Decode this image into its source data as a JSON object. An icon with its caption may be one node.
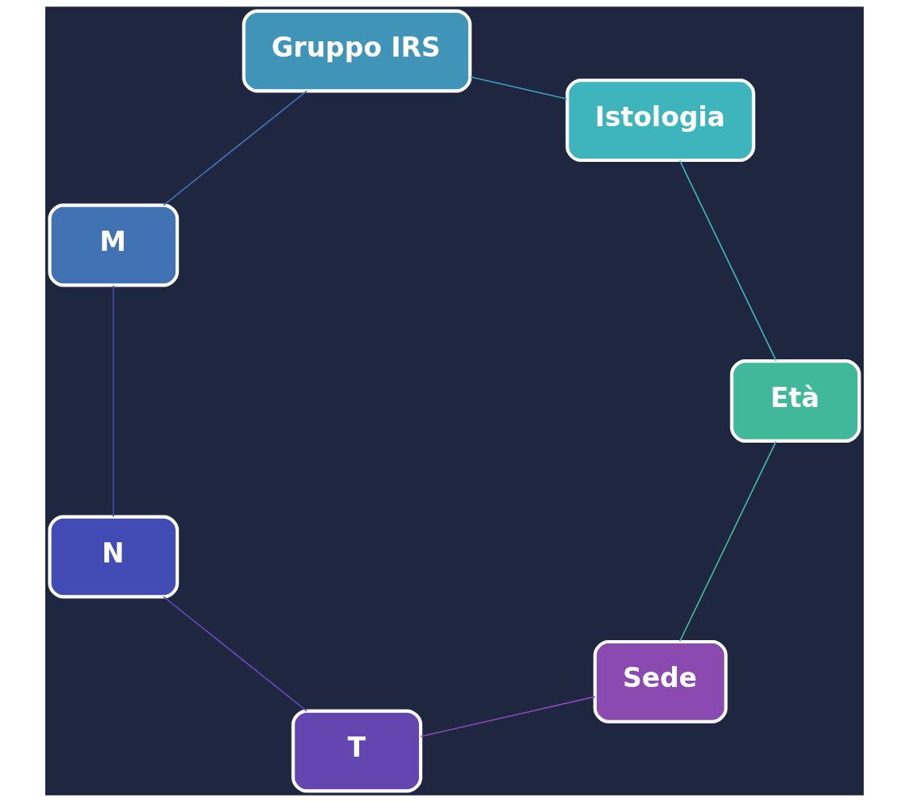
{
  "diagram": {
    "nodes": [
      {
        "text": [
          "Sede"
        ]
      },
      {
        "text": [
          "T"
        ]
      },
      {
        "text": [
          "N"
        ]
      },
      {
        "text": [
          "M"
        ]
      },
      {
        "text": [
          "Gruppo IRS"
        ]
      },
      {
        "text": [
          "Istologia"
        ]
      },
      {
        "text": [
          "Età"
        ]
      }
    ],
    "edges": [
      {
        "from": 0,
        "to": 1,
        "arrow": "none",
        "color": "#8a4ab8"
      },
      {
        "from": 1,
        "to": 2,
        "arrow": "none",
        "color": "#6448b4"
      },
      {
        "from": 2,
        "to": 3,
        "arrow": "none",
        "color": "#444cb4"
      },
      {
        "from": 3,
        "to": 4,
        "arrow": "none",
        "color": "#4070b4"
      },
      {
        "from": 4,
        "to": 5,
        "arrow": "none",
        "color": "#3fa0bc"
      },
      {
        "from": 5,
        "to": 6,
        "arrow": "none",
        "color": "#3fb4b8"
      },
      {
        "from": 6,
        "to": 0,
        "arrow": "none",
        "color": "#42b89c"
      }
    ]
  }
}
